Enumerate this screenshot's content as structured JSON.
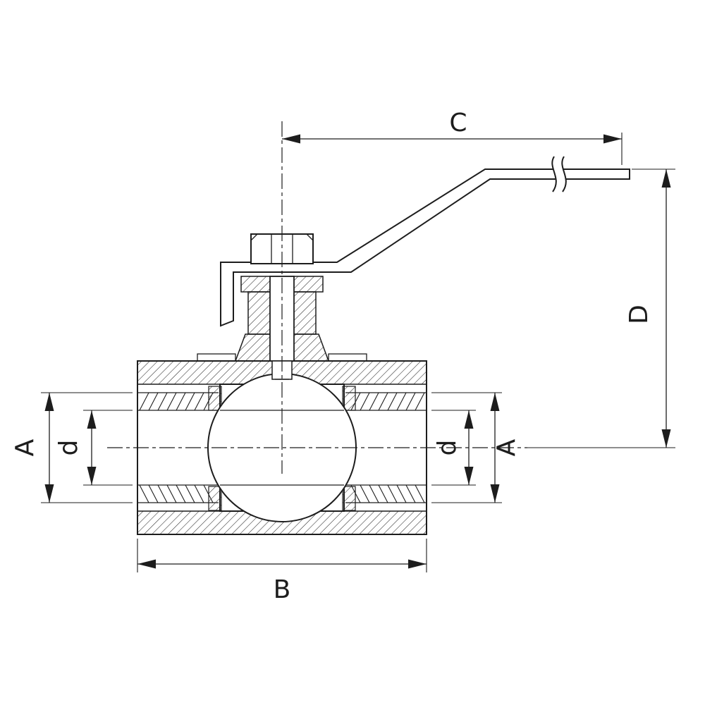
{
  "drawing": {
    "kind": "technical-section-drawing",
    "line_color": "#1d1d1d",
    "background": "#ffffff",
    "labels": {
      "length_c": "C",
      "height_d": "D",
      "width_b": "B",
      "port_left": "A",
      "port_right": "A",
      "bore_left": "d",
      "bore_right": "d"
    }
  }
}
